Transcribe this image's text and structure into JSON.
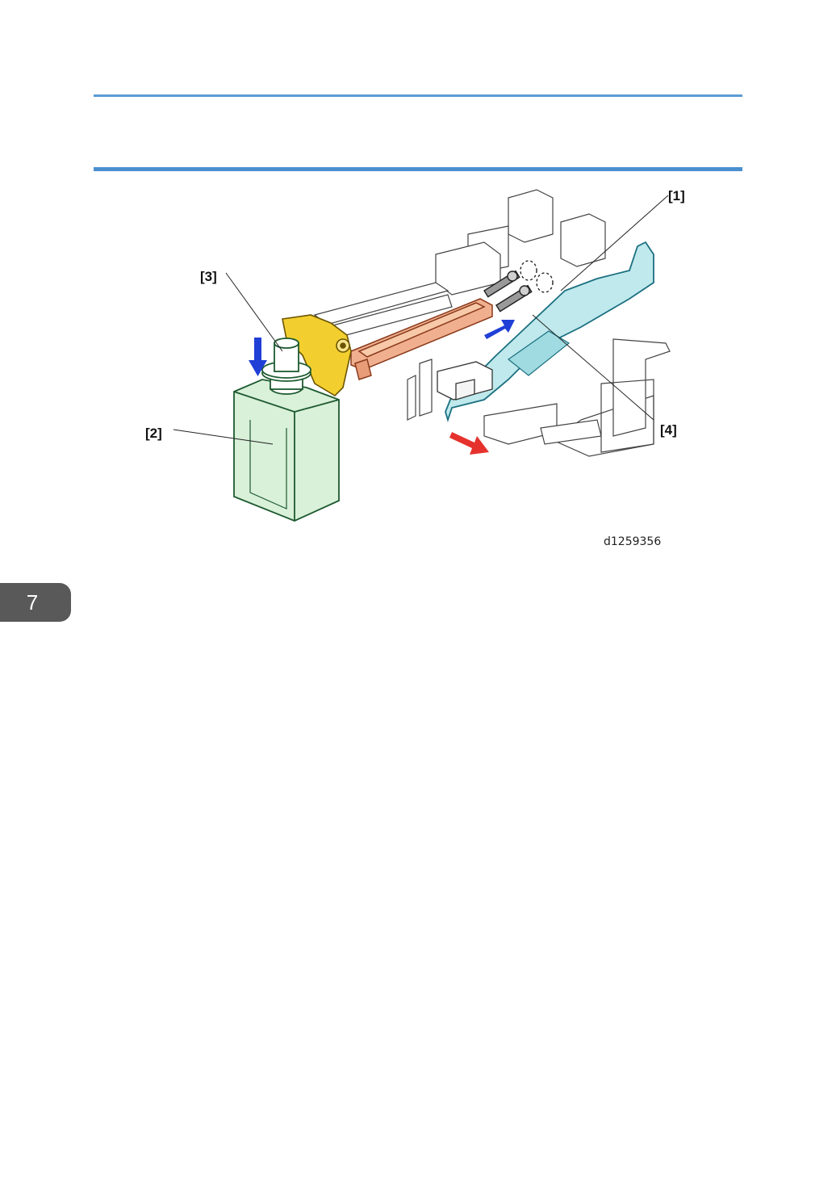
{
  "figure": {
    "id": "d1259356",
    "callouts": {
      "c1": "[1]",
      "c2": "[2]",
      "c3": "[3]",
      "c4": "[4]"
    },
    "colors": {
      "accent_rule": "#5b9bd5",
      "blue_arrow": "#1f3fd6",
      "red_arrow": "#e5322d",
      "guide_plate": "#bfe9ec",
      "bottle": "#d9f0d9",
      "gear_yellow": "#f2cf2f",
      "rack_orange": "#f0b090"
    }
  },
  "page": {
    "chapter_number": "7"
  }
}
